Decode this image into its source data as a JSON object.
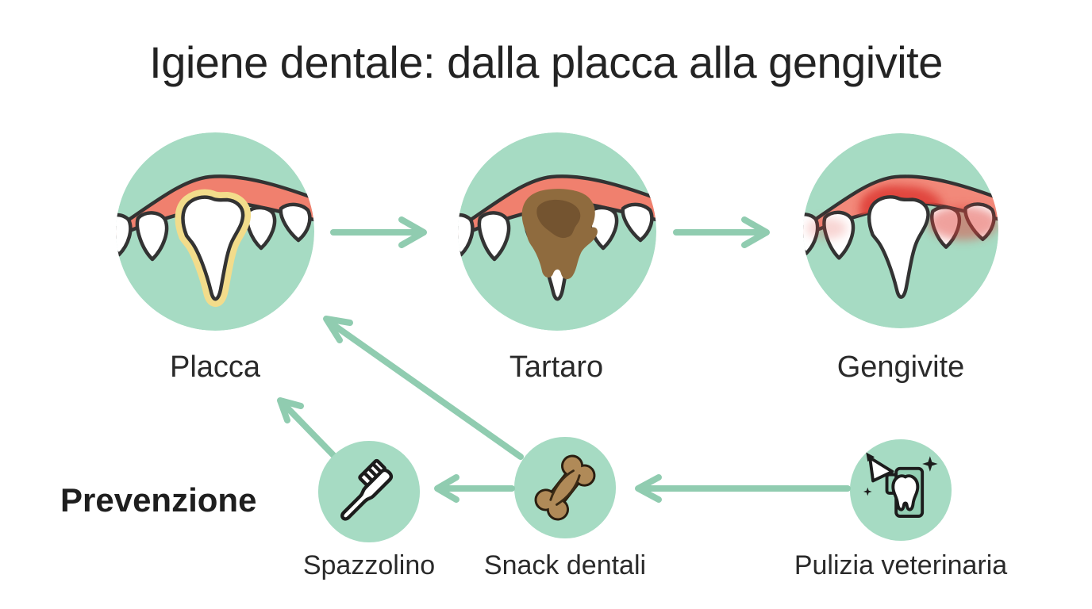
{
  "title": "Igiene dentale: dalla placca alla gengivite",
  "stages": [
    {
      "label": "Placca",
      "illustration": "tooth-with-yellow-plaque"
    },
    {
      "label": "Tartaro",
      "illustration": "tooth-with-brown-tartar"
    },
    {
      "label": "Gengivite",
      "illustration": "tooth-with-inflamed-red-gums"
    }
  ],
  "flow": {
    "top_row_arrows": [
      "placca-to-tartaro",
      "tartaro-to-gengivite"
    ],
    "prevention_arrows": [
      "pulizia-to-snack",
      "snack-to-spazzolino",
      "snack-to-placca",
      "spazzolino-to-placca"
    ]
  },
  "prevention": {
    "heading": "Prevenzione",
    "items": [
      {
        "label": "Spazzolino",
        "icon": "toothbrush-icon"
      },
      {
        "label": "Snack dentali",
        "icon": "dental-chew-bone-icon"
      },
      {
        "label": "Pulizia veterinaria",
        "icon": "veterinary-tooth-cleaning-icon"
      }
    ]
  },
  "colors": {
    "background": "#ffffff",
    "circle_green": "#a6dbc3",
    "arrow_green": "#90ccb0",
    "gum_salmon": "#f0806e",
    "inflamed_red": "#e0453c",
    "plaque_yellow": "#f2dc8b",
    "tartar_brown": "#8f6b3e",
    "tartar_brown_dark": "#745430",
    "chew_bone_brown": "#b08a58",
    "outline_dark": "#333333",
    "text_dark": "#262626"
  }
}
